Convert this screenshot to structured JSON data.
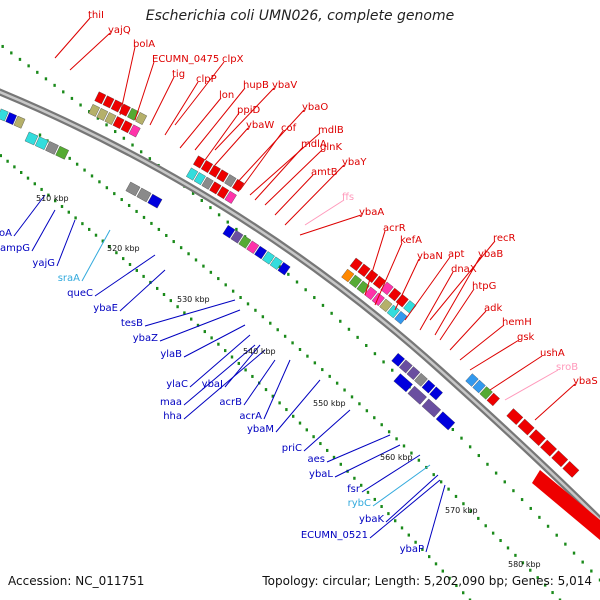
{
  "title": "Escherichia coli UMN026, complete genome",
  "accession": "Accession: NC_011751",
  "topology": "Topology: circular; Length: 5,202,090 bp; Genes: 5,014",
  "colors": {
    "forward_label": "#dd0000",
    "reverse_label": "#0000c0",
    "rna_forward_label": "#ff99bb",
    "rna_reverse_label": "#33aadd",
    "backbone": "#8a8a8a",
    "tick": "#1a8a1a"
  },
  "ticks": [
    "510 kbp",
    "520 kbp",
    "530 kbp",
    "540 kbp",
    "550 kbp",
    "560 kbp",
    "570 kbp",
    "580 kbp"
  ],
  "forward_genes": [
    "thiI",
    "yajQ",
    "bolA",
    "ECUMN_0475",
    "clpX",
    "tig",
    "clpP",
    "lon",
    "hupB",
    "ybaV",
    "ppiD",
    "ybaW",
    "ybaO",
    "cof",
    "mdlB",
    "mdlA",
    "glnK",
    "amtB",
    "ybaY",
    "ffs",
    "ybaA",
    "acrR",
    "kefA",
    "ybaN",
    "apt",
    "recR",
    "dnaX",
    "ybaB",
    "htpG",
    "adk",
    "hemH",
    "gsk",
    "ushA",
    "sroB",
    "ybaS"
  ],
  "reverse_genes": [
    "cyoA",
    "ampG",
    "yajG",
    "sraA",
    "queC",
    "ybaE",
    "tesB",
    "ybaZ",
    "ylaB",
    "ylaC",
    "ybaJ",
    "maa",
    "hha",
    "acrB",
    "acrA",
    "ybaM",
    "priC",
    "aes",
    "ybaL",
    "fsr",
    "rybC",
    "ybaK",
    "ECUMN_0521",
    "ybaP"
  ]
}
